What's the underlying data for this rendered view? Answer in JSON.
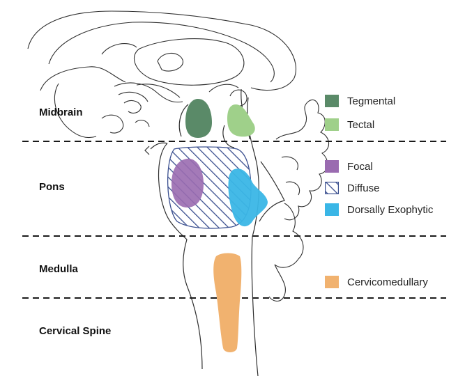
{
  "regions": {
    "midbrain": "Midbrain",
    "pons": "Pons",
    "medulla": "Medulla",
    "cervical_spine": "Cervical Spine"
  },
  "legend": [
    {
      "label": "Tegmental",
      "color": "#5a8a68",
      "pattern": "solid"
    },
    {
      "label": "Tectal",
      "color": "#9fd08a",
      "pattern": "solid"
    },
    {
      "label": "Focal",
      "color": "#9a6bb0",
      "pattern": "solid"
    },
    {
      "label": "Diffuse",
      "color": "#3a4f8f",
      "pattern": "hatch"
    },
    {
      "label": "Dorsally Exophytic",
      "color": "#3ab6e6",
      "pattern": "solid"
    },
    {
      "label": "Cervicomedullary",
      "color": "#f1b26f",
      "pattern": "solid"
    }
  ],
  "colors": {
    "outline": "#2f2f2f",
    "divider": "#1a1a1a"
  }
}
